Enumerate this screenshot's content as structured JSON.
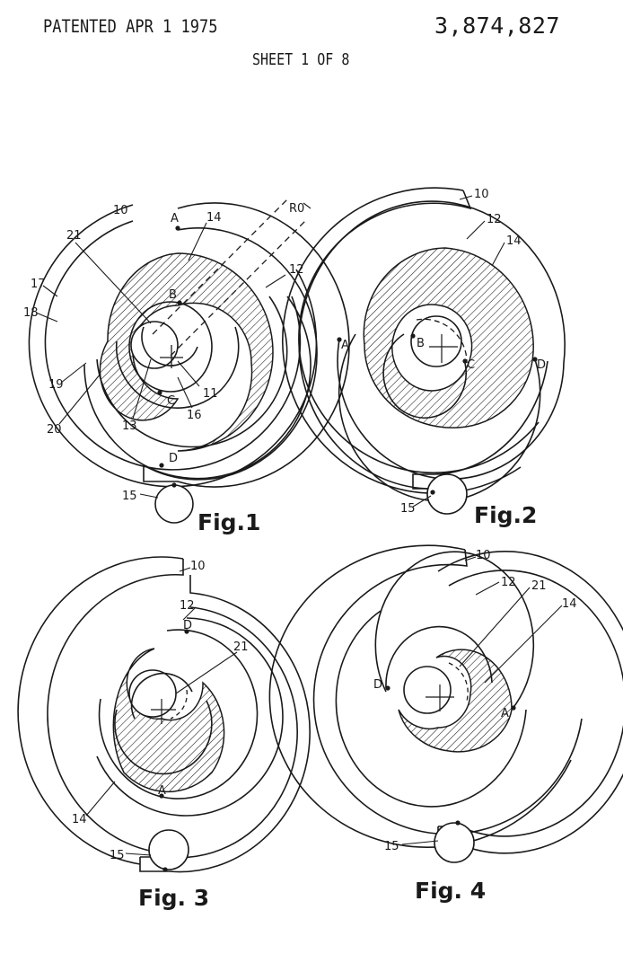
{
  "header": {
    "patented": "PATENTED APR  1 1975",
    "patent_number": "3,874,827",
    "sheet": "SHEET 1 OF 8"
  },
  "figures": [
    {
      "caption": "Fig.1",
      "labels": [
        "10",
        "A",
        "14",
        "21",
        "B",
        "12",
        "17",
        "18",
        "C",
        "11",
        "16",
        "13",
        "19",
        "20",
        "D",
        "15",
        "R0"
      ]
    },
    {
      "caption": "Fig.2",
      "labels": [
        "10",
        "12",
        "14",
        "A",
        "B",
        "C",
        "D",
        "15"
      ]
    },
    {
      "caption": "Fig. 3",
      "labels": [
        "10",
        "12",
        "D",
        "21",
        "A",
        "14",
        "15"
      ]
    },
    {
      "caption": "Fig. 4",
      "labels": [
        "10",
        "12",
        "21",
        "14",
        "D",
        "A",
        "15"
      ]
    }
  ],
  "colors": {
    "ink": "#1a1a1a",
    "paper": "#ffffff"
  }
}
